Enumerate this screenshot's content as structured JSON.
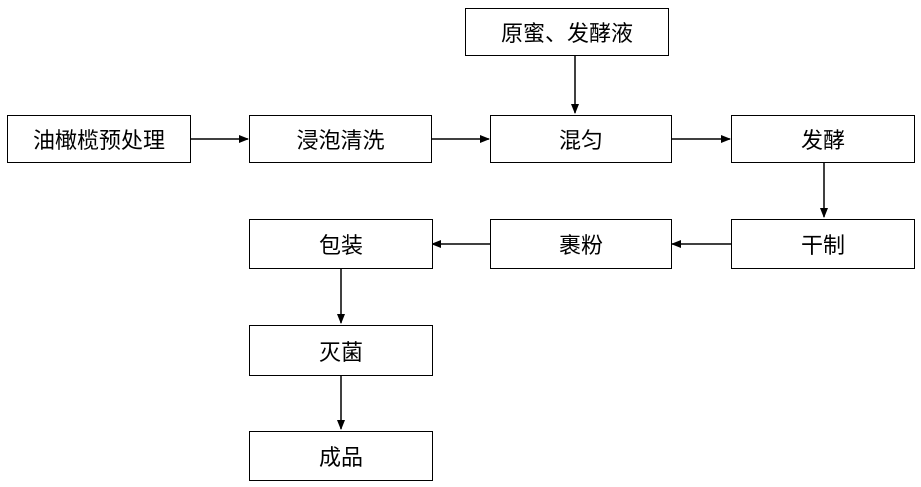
{
  "diagram": {
    "nodes": {
      "raw_honey": "原蜜、发酵液",
      "pretreat": "油橄榄预处理",
      "soak_wash": "浸泡清洗",
      "mix": "混匀",
      "ferment": "发酵",
      "dry": "干制",
      "powder": "裹粉",
      "package": "包装",
      "sterilize": "灭菌",
      "product": "成品"
    },
    "edges": [
      [
        "pretreat",
        "soak_wash"
      ],
      [
        "soak_wash",
        "mix"
      ],
      [
        "raw_honey",
        "mix"
      ],
      [
        "mix",
        "ferment"
      ],
      [
        "ferment",
        "dry"
      ],
      [
        "dry",
        "powder"
      ],
      [
        "powder",
        "package"
      ],
      [
        "package",
        "sterilize"
      ],
      [
        "sterilize",
        "product"
      ]
    ],
    "colors": {
      "stroke": "#000000",
      "background": "#ffffff"
    }
  }
}
